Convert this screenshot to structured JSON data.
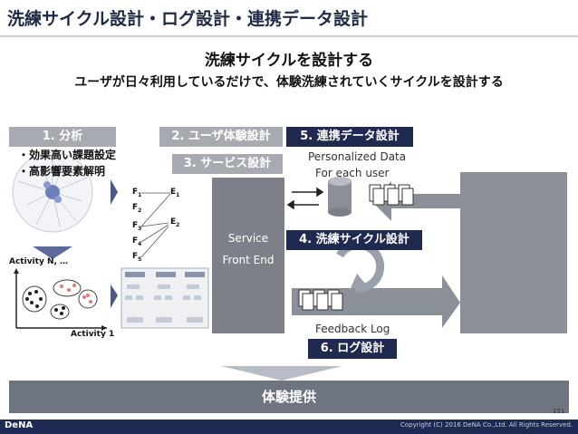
{
  "slide": {
    "title": "洗練サイクル設計・ログ設計・連携データ設計",
    "headline": "洗練サイクルを設計する",
    "subheadline": "ユーザが日々利用しているだけで、体験洗練されていくサイクルを設計する"
  },
  "steps": {
    "analysis": "1. 分析",
    "ux_design": "2. ユーザ体験設計",
    "service_design": "3. サービス設計",
    "cycle_design": "4. 洗練サイクル設計",
    "data_design": "5. 連携データ設計",
    "log_design": "6. ログ設計"
  },
  "analysis_points": [
    "・効果高い課題設定",
    "・高影響要素解明"
  ],
  "axis_labels": {
    "y": "Activity N, …",
    "x": "Activity 1"
  },
  "factor_nodes": [
    "F",
    "F",
    "F",
    "F",
    "F"
  ],
  "factor_subscripts": [
    "1",
    "2",
    "3",
    "4",
    "5"
  ],
  "effect_nodes": [
    "E",
    "E"
  ],
  "effect_subscripts": [
    "1",
    "2"
  ],
  "service": {
    "line1": "Service",
    "line2": "Front End"
  },
  "personalized": {
    "line1": "Personalized Data",
    "line2": "For each user"
  },
  "feedback_log": "Feedback Log",
  "delivery": "体験提供",
  "footer": {
    "logo": "DeNA",
    "copyright": "Copyright (C) 2016 DeNA Co.,Ltd. All Rights Reserved.",
    "page": "151"
  },
  "colors": {
    "navy": "#1f2a50",
    "gray_label": "#a7aab0",
    "service_box": "#7d8088",
    "bar": "#6f7580"
  }
}
